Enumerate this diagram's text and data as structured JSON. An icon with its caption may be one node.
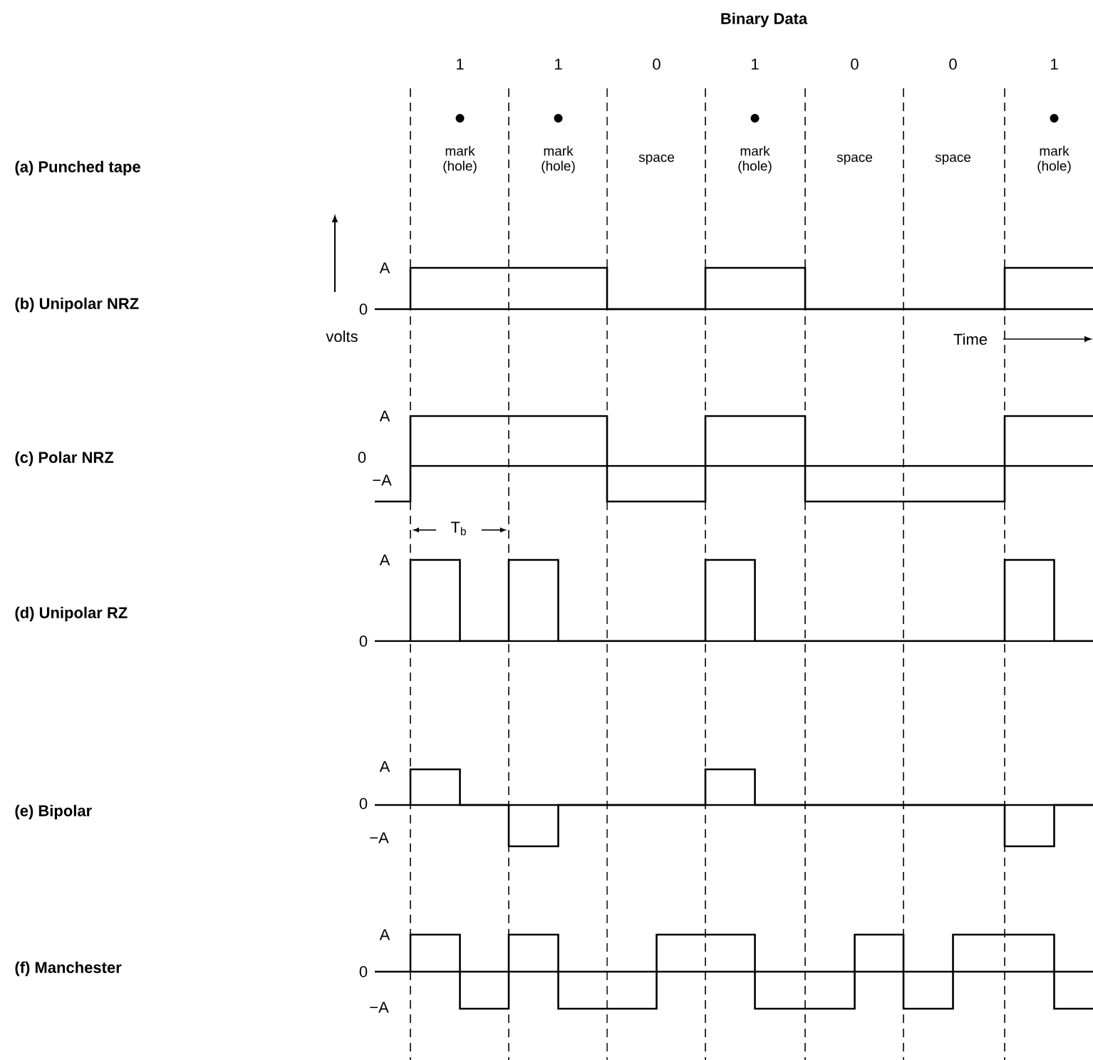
{
  "diagram": {
    "title": "Binary Data",
    "labels": [
      "1",
      "1",
      "0",
      "1",
      "0",
      "0",
      "1",
      "mark (hole)",
      "mark (hole)",
      "space",
      "mark (hole)",
      "space",
      "space",
      "mark (hole)",
      "(a) Punched tape",
      "A",
      "volts",
      "(b) Unipolar NRZ",
      "0",
      "Time",
      "A",
      "(c) Polar NRZ",
      "0",
      "−A",
      "T$_{b}$",
      "A",
      "(d) Unipolar RZ",
      "0",
      "A",
      "(e) Bipolar",
      "0",
      "−A",
      "A",
      "(f) Manchester",
      "0",
      "−A"
    ]
  }
}
